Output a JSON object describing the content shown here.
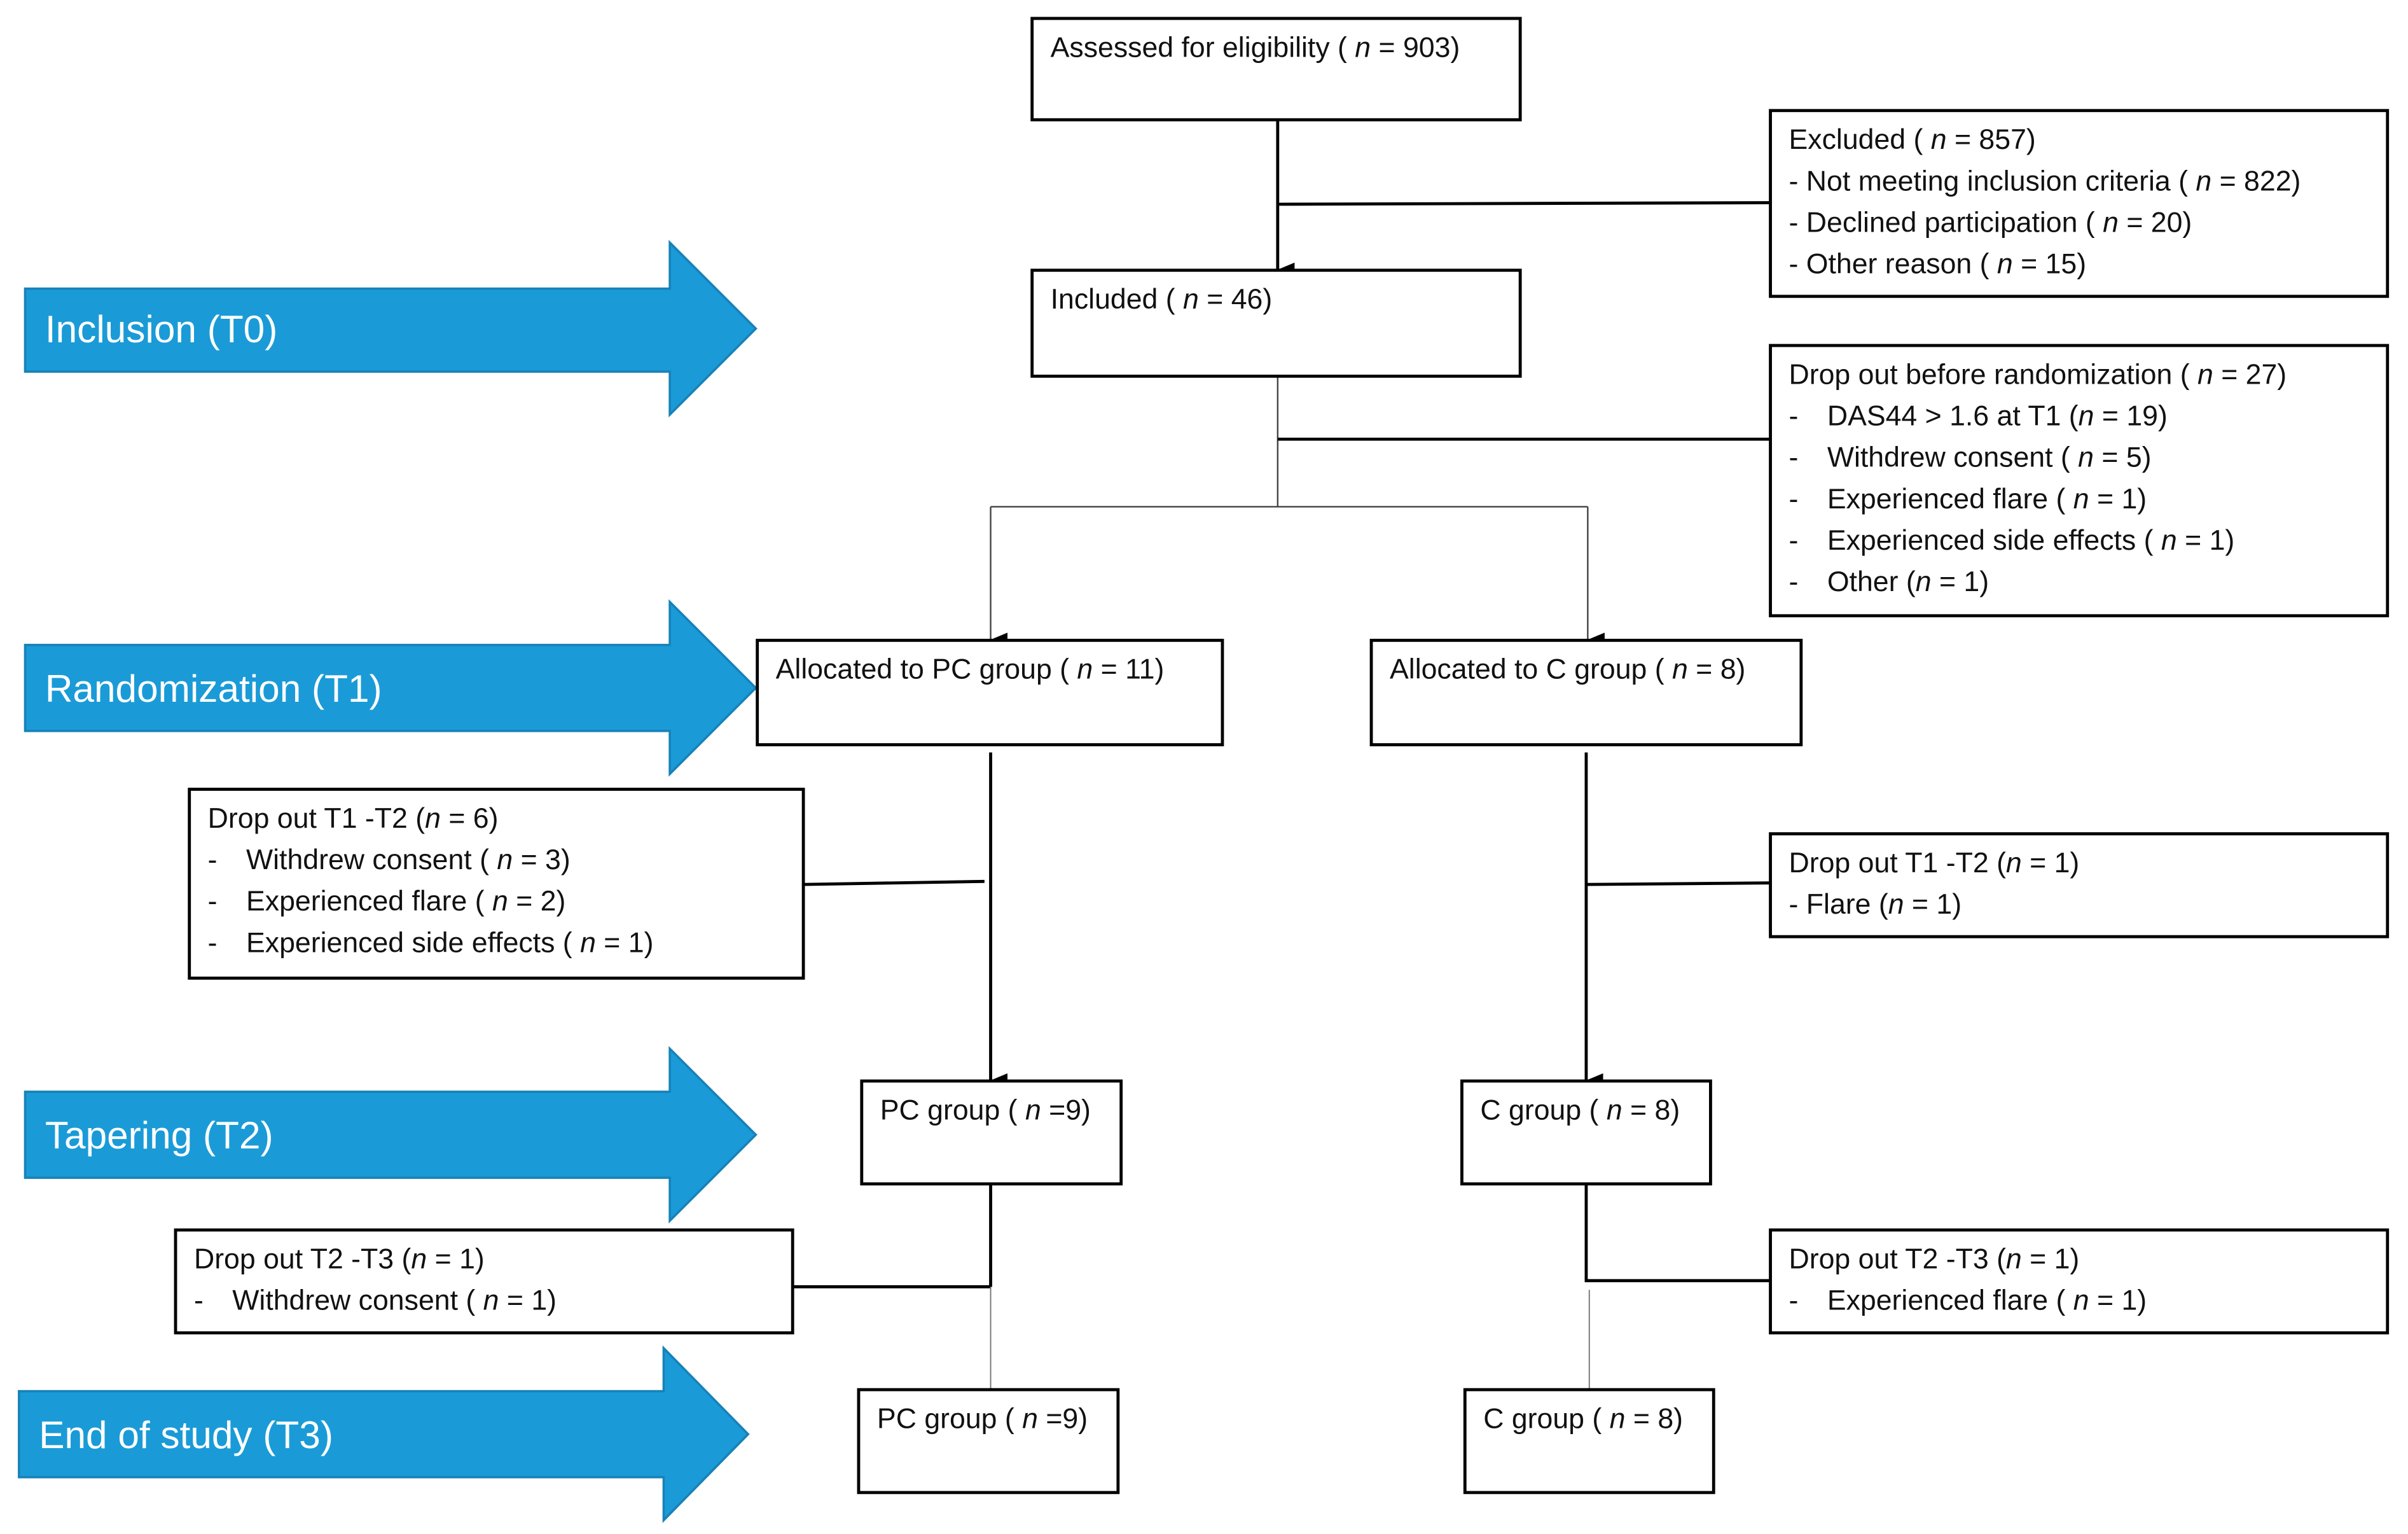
{
  "n_symbol": "n",
  "colors": {
    "arrow_fill": "#1a9bd7",
    "arrow_stroke": "#1782b8",
    "box_stroke": "#000000"
  },
  "phases": [
    {
      "id": "inclusion",
      "label": "Inclusion (T0)"
    },
    {
      "id": "randomization",
      "label": "Randomization (T1)"
    },
    {
      "id": "tapering",
      "label": "Tapering (T2)"
    },
    {
      "id": "end",
      "label": "End of study (T3)"
    }
  ],
  "boxes": [
    {
      "id": "assessed",
      "lines": [
        {
          "t": "Assessed for eligibility ( ",
          "v": " = 903)"
        }
      ]
    },
    {
      "id": "excluded",
      "lines": [
        {
          "t": "Excluded ( ",
          "v": " = 857)"
        },
        {
          "t": "- Not meeting inclusion criteria (  ",
          "v": " = 822)"
        },
        {
          "t": "- Declined participation ( ",
          "v": " = 20)"
        },
        {
          "t": "- Other reason ( ",
          "v": " = 15)"
        }
      ]
    },
    {
      "id": "included",
      "lines": [
        {
          "t": "Included ( ",
          "v": " = 46)"
        }
      ]
    },
    {
      "id": "dropout-before-randomization",
      "lines": [
        {
          "t": "Drop out before randomization (  ",
          "v": " = 27)"
        },
        {
          "dash": "-",
          "t": "DAS44 > 1.6 at T1 (",
          "v": " = 19)"
        },
        {
          "dash": "-",
          "t": "Withdrew consent (  ",
          "v": " = 5)"
        },
        {
          "dash": "-",
          "t": "Experienced flare (  ",
          "v": " = 1)"
        },
        {
          "dash": "-",
          "t": "Experienced side effects (  ",
          "v": " = 1)"
        },
        {
          "dash": "-",
          "t": "Other (",
          "v": " = 1)"
        }
      ]
    },
    {
      "id": "allocated-pc",
      "lines": [
        {
          "t": "Allocated to PC group (  ",
          "v": " = 11)"
        }
      ]
    },
    {
      "id": "allocated-c",
      "lines": [
        {
          "t": "Allocated to C group (  ",
          "v": " = 8)"
        }
      ]
    },
    {
      "id": "dropout-t1-t2-pc",
      "lines": [
        {
          "t": "Drop out T1 -T2 (",
          "v": " = 6)"
        },
        {
          "dash": "-",
          "t": "Withdrew consent (  ",
          "v": " = 3)"
        },
        {
          "dash": "-",
          "t": "Experienced flare (  ",
          "v": " = 2)"
        },
        {
          "dash": "-",
          "t": "Experienced side effects (  ",
          "v": " = 1)"
        }
      ]
    },
    {
      "id": "dropout-t1-t2-c",
      "lines": [
        {
          "t": "Drop out T1 -T2 (",
          "v": " = 1)"
        },
        {
          "t": "- Flare (",
          "v": " = 1)"
        }
      ]
    },
    {
      "id": "pc-group-t2",
      "lines": [
        {
          "t": "PC group ( ",
          "v": " =9)"
        }
      ]
    },
    {
      "id": "c-group-t2",
      "lines": [
        {
          "t": "C group ( ",
          "v": " = 8)"
        }
      ]
    },
    {
      "id": "dropout-t2-t3-pc",
      "lines": [
        {
          "t": "Drop out T2 -T3 (",
          "v": " = 1)"
        },
        {
          "dash": "-",
          "t": "Withdrew consent (  ",
          "v": " = 1)"
        }
      ]
    },
    {
      "id": "dropout-t2-t3-c",
      "lines": [
        {
          "t": "Drop out T2 -T3 (",
          "v": " = 1)"
        },
        {
          "dash": "-",
          "t": "Experienced flare (  ",
          "v": " = 1)"
        }
      ]
    },
    {
      "id": "pc-group-t3",
      "lines": [
        {
          "t": "PC group ( ",
          "v": " =9)"
        }
      ]
    },
    {
      "id": "c-group-t3",
      "lines": [
        {
          "t": "C group ( ",
          "v": " = 8)"
        }
      ]
    }
  ]
}
